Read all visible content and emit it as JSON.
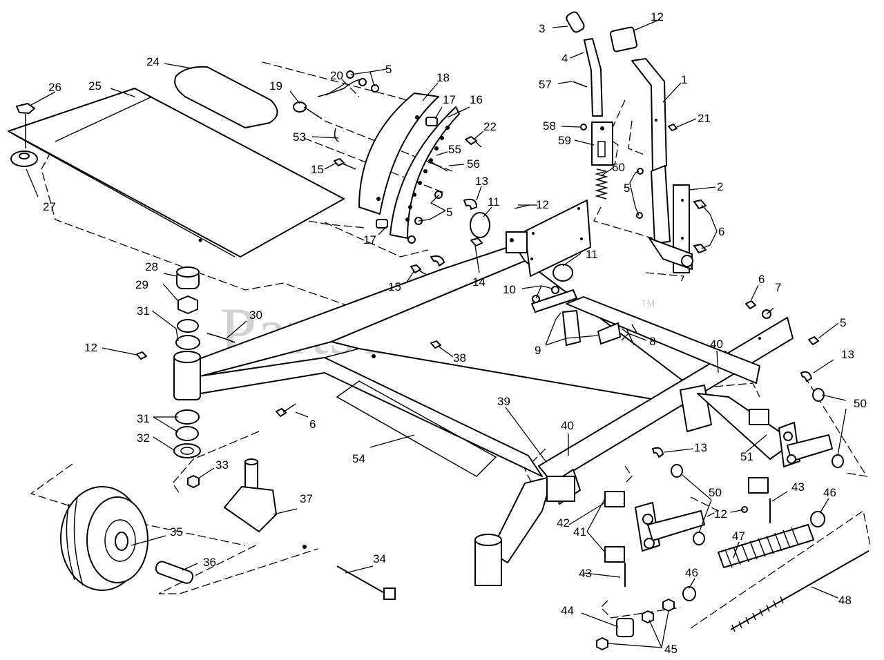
{
  "watermark": {
    "text": "PartsTree",
    "mark": "TM"
  },
  "callouts": {
    "c1": "1",
    "c2": "2",
    "c3": "3",
    "c4": "4",
    "c5": "5",
    "c6": "6",
    "c7": "7",
    "c8": "8",
    "c9": "9",
    "c10": "10",
    "c11": "11",
    "c12": "12",
    "c13": "13",
    "c14": "14",
    "c15": "15",
    "c16": "16",
    "c17": "17",
    "c18": "18",
    "c19": "19",
    "c20": "20",
    "c21": "21",
    "c22": "22",
    "c24": "24",
    "c25": "25",
    "c26": "26",
    "c27": "27",
    "c28": "28",
    "c29": "29",
    "c30": "30",
    "c31": "31",
    "c32": "32",
    "c33": "33",
    "c34": "34",
    "c35": "35",
    "c36": "36",
    "c37": "37",
    "c38": "38",
    "c39": "39",
    "c40": "40",
    "c41": "41",
    "c42": "42",
    "c43": "43",
    "c44": "44",
    "c45": "45",
    "c46": "46",
    "c47": "47",
    "c48": "48",
    "c50": "50",
    "c51": "51",
    "c53": "53",
    "c54": "54",
    "c55": "55",
    "c56": "56",
    "c57": "57",
    "c58": "58",
    "c59": "59",
    "c60": "60"
  }
}
